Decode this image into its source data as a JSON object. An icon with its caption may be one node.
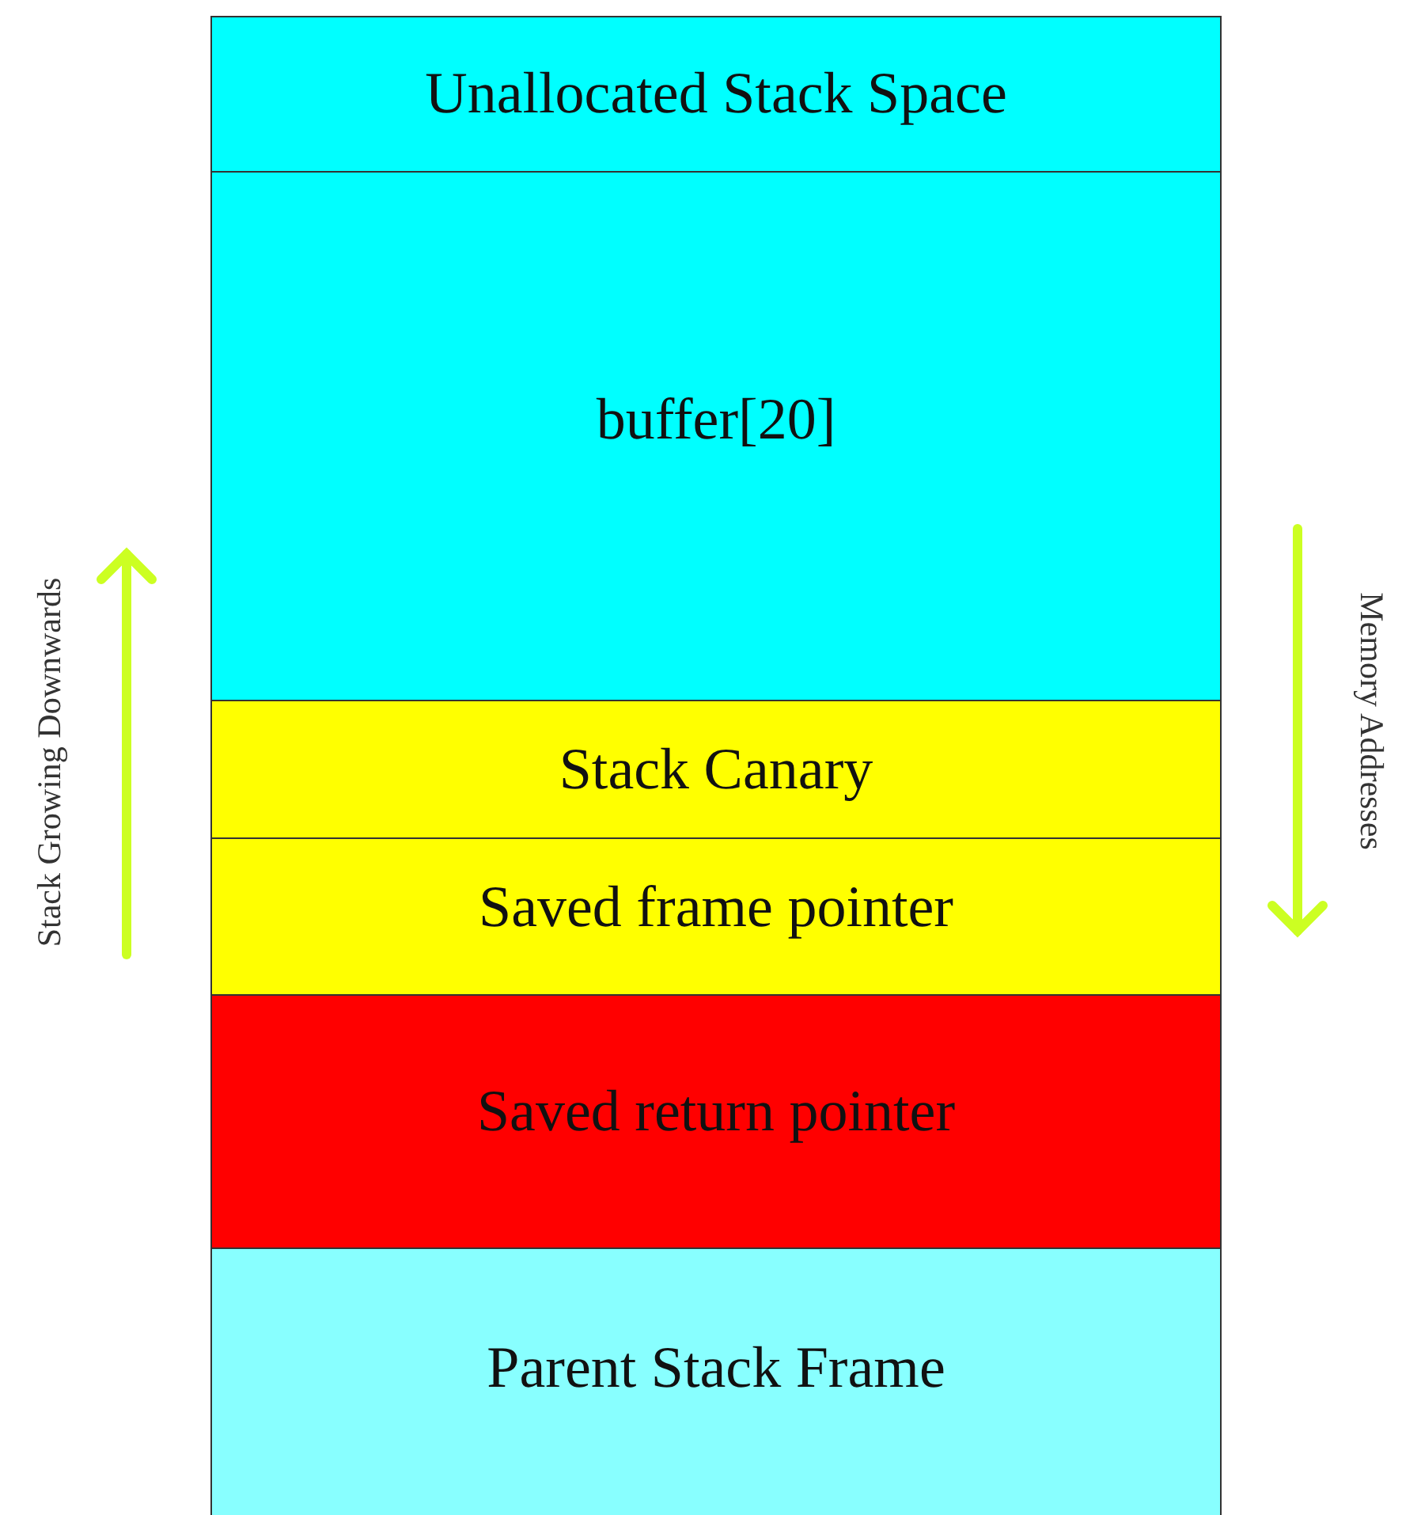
{
  "diagram": {
    "nodes": [
      {
        "text": [
          "Unallocated Stack Space"
        ]
      },
      {
        "text": [
          "buffer[20]"
        ]
      },
      {
        "text": [
          "Stack Canary"
        ]
      },
      {
        "text": [
          "Saved frame pointer"
        ]
      },
      {
        "text": [
          "Saved return pointer"
        ]
      },
      {
        "text": [
          "Parent Stack Frame"
        ]
      }
    ],
    "labels": [
      "Stack Growing Downwards",
      "Memory Addresses"
    ]
  }
}
